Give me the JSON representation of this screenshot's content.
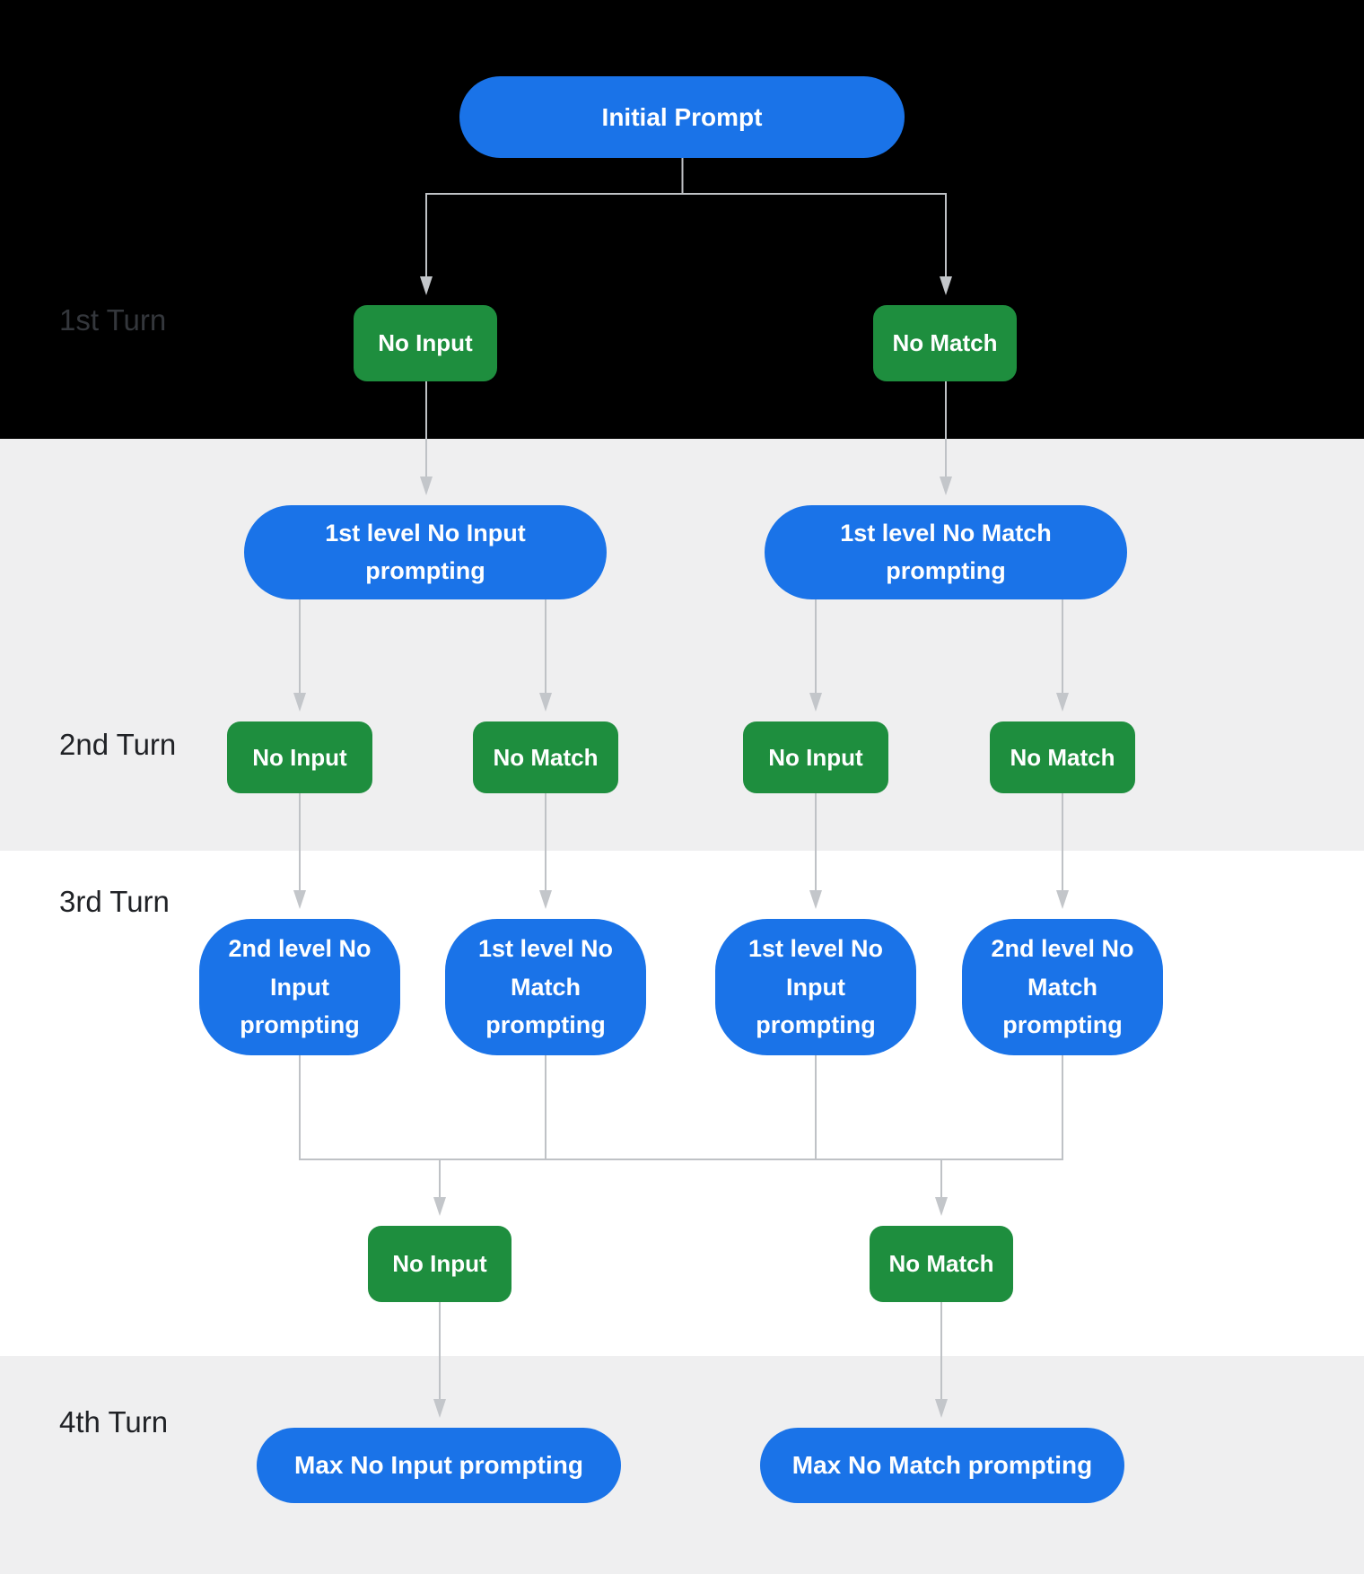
{
  "colors": {
    "node_blue": "#1a73e8",
    "node_green": "#1e8e3e",
    "band_black": "#000000",
    "band_gray": "#efeff0",
    "band_white": "#ffffff",
    "arrow_gray": "#bfc2c6",
    "arrow_head": "#c3c6ca",
    "label_dark": "#202226",
    "label_dim": "#34373c",
    "text_white": "#ffffff"
  },
  "labels": {
    "turn1": "1st Turn",
    "turn2": "2nd Turn",
    "turn3": "3rd Turn",
    "turn4": "4th Turn"
  },
  "nodes": {
    "initial_prompt": "Initial Prompt",
    "t1_no_input": "No Input",
    "t1_no_match": "No Match",
    "t2_prompt_no_input": "1st level No Input prompting",
    "t2_prompt_no_match": "1st level No Match prompting",
    "t2_no_input_left": "No Input",
    "t2_no_match_left": "No Match",
    "t2_no_input_right": "No Input",
    "t2_no_match_right": "No Match",
    "t3_prompt_1": "2nd level No Input prompting",
    "t3_prompt_2": "1st level No Match prompting",
    "t3_prompt_3": "1st level No Input prompting",
    "t3_prompt_4": "2nd level No Match prompting",
    "t3_no_input": "No Input",
    "t3_no_match": "No Match",
    "t4_prompt_no_input": "Max No Input prompting",
    "t4_prompt_no_match": "Max No Match prompting"
  }
}
